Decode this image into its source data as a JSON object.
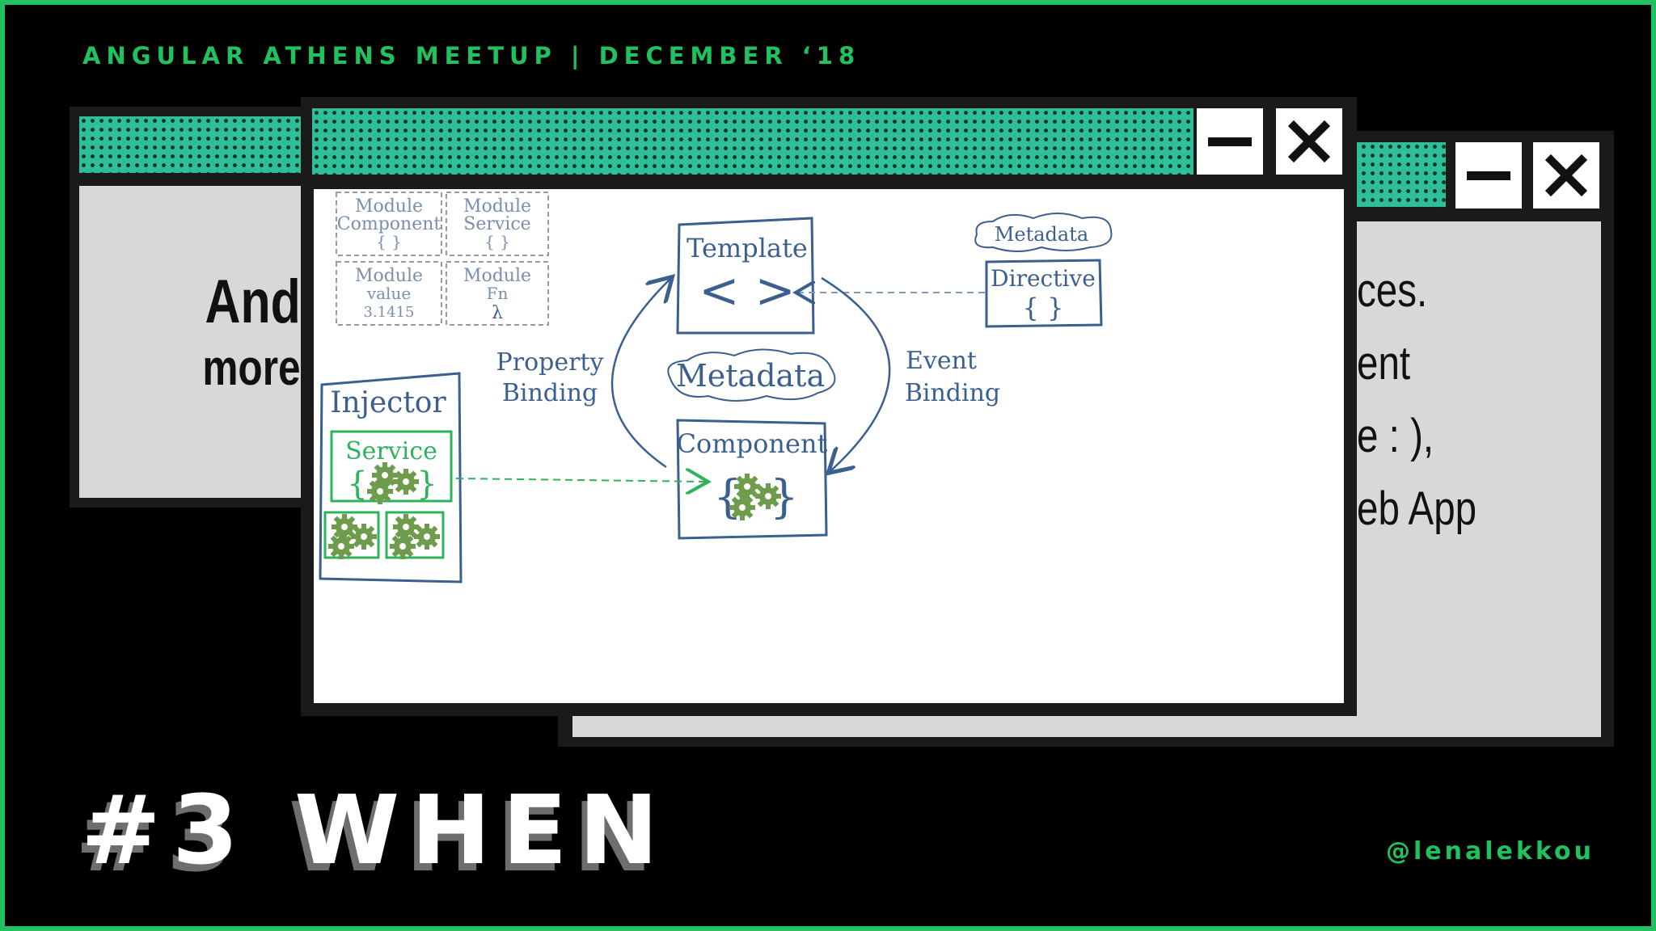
{
  "slide": {
    "header": "ANGULAR ATHENS MEETUP | DECEMBER ‘18",
    "title": "#3 WHEN",
    "handle": "@lenalekkou"
  },
  "back_left_window": {
    "lines": [
      "And",
      "more"
    ]
  },
  "back_right_window": {
    "lines": [
      "ces.",
      "ent",
      "e : ),",
      "eb App"
    ]
  },
  "window_controls": {
    "minimize": "minimize-icon",
    "close": "close-icon"
  },
  "diagram": {
    "modules": [
      {
        "line1": "Module",
        "line2": "Component",
        "line3": "{ }"
      },
      {
        "line1": "Module",
        "line2": "Service",
        "line3": "{ }"
      },
      {
        "line1": "Module",
        "line2": "value",
        "line3": "3.1415"
      },
      {
        "line1": "Module",
        "line2": "Fn",
        "line3": "λ"
      }
    ],
    "template": {
      "label": "Template",
      "symbol": "< >"
    },
    "metadata_center": "Metadata",
    "metadata_directive": "Metadata",
    "directive": {
      "label": "Directive",
      "symbol": "{ }"
    },
    "property_binding": [
      "Property",
      "Binding"
    ],
    "event_binding": [
      "Event",
      "Binding"
    ],
    "component": {
      "label": "Component",
      "open": "{",
      "close": "}"
    },
    "injector": {
      "label": "Injector",
      "service": "Service",
      "open": "{",
      "close": "}"
    }
  },
  "colors": {
    "accent_green": "#1fc25f",
    "titlebar_teal": "#2ebf98",
    "diagram_blue": "#3b5f8f",
    "diagram_green": "#2eb35c",
    "gear_green": "#6e9b4c"
  }
}
